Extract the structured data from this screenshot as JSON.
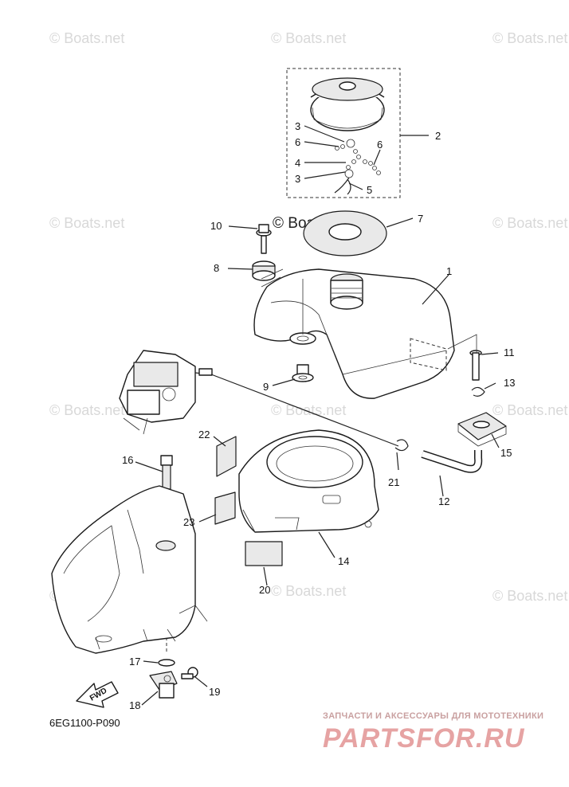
{
  "diagram": {
    "code": "6EG1100-P090",
    "direction_arrow": "FWD",
    "watermark": "© Boats.net",
    "brand_tagline": "ЗАПЧАСТИ И АКСЕССУАРЫ ДЛЯ МОТОТЕХНИКИ",
    "brand_name": "PARTSFOR.RU",
    "callouts": [
      "1",
      "2",
      "3",
      "3",
      "4",
      "5",
      "6",
      "6",
      "7",
      "8",
      "9",
      "10",
      "11",
      "12",
      "13",
      "14",
      "15",
      "16",
      "17",
      "18",
      "19",
      "20",
      "21",
      "22",
      "23"
    ]
  }
}
